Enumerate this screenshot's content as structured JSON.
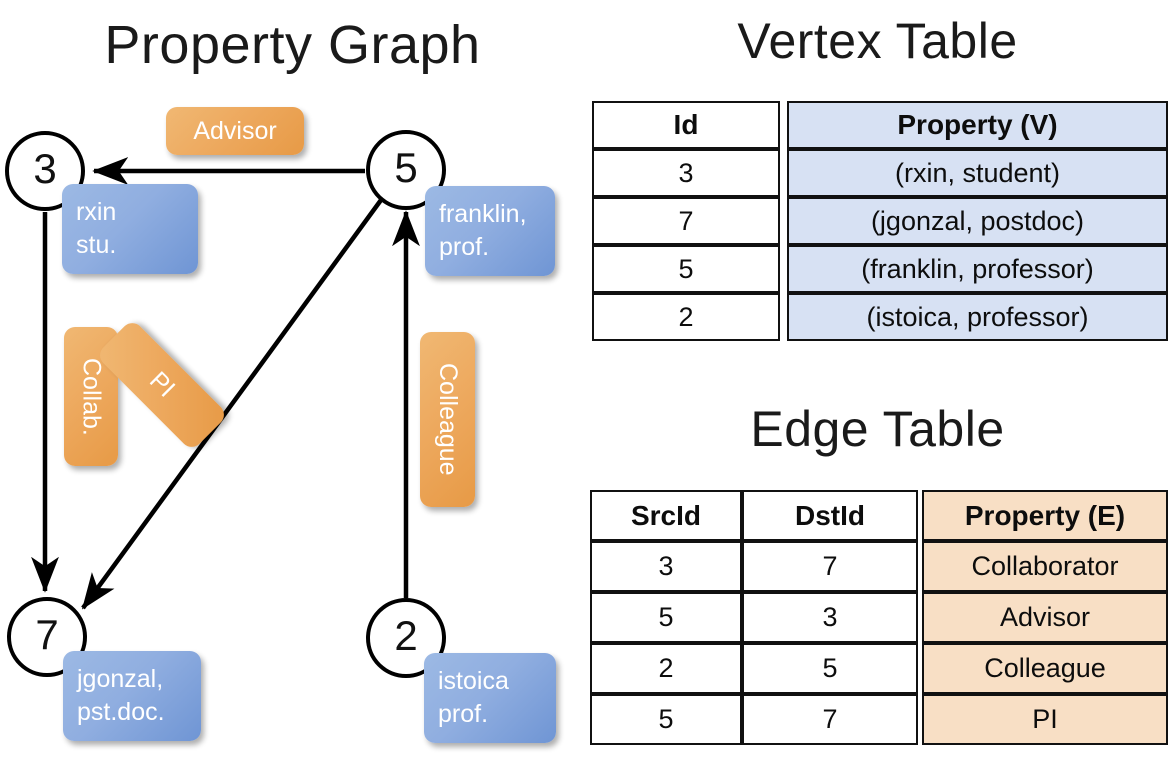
{
  "titles": {
    "graph": "Property Graph",
    "vertex_table": "Vertex Table",
    "edge_table": "Edge Table"
  },
  "graph": {
    "nodes": [
      {
        "id": "3",
        "property_line1": "rxin",
        "property_line2": "stu."
      },
      {
        "id": "5",
        "property_line1": "franklin,",
        "property_line2": "prof."
      },
      {
        "id": "7",
        "property_line1": "jgonzal,",
        "property_line2": "pst.doc."
      },
      {
        "id": "2",
        "property_line1": "istoica",
        "property_line2": "prof."
      }
    ],
    "edge_labels": [
      {
        "name": "advisor",
        "text": "Advisor"
      },
      {
        "name": "collab",
        "text": "Collab."
      },
      {
        "name": "pi",
        "text": "PI"
      },
      {
        "name": "colleague",
        "text": "Colleague"
      }
    ]
  },
  "vertex_table": {
    "headers": [
      "Id",
      "Property (V)"
    ],
    "rows": [
      [
        "3",
        "(rxin, student)"
      ],
      [
        "7",
        "(jgonzal, postdoc)"
      ],
      [
        "5",
        "(franklin, professor)"
      ],
      [
        "2",
        "(istoica, professor)"
      ]
    ]
  },
  "edge_table": {
    "headers": [
      "SrcId",
      "DstId",
      "Property (E)"
    ],
    "rows": [
      [
        "3",
        "7",
        "Collaborator"
      ],
      [
        "5",
        "3",
        "Advisor"
      ],
      [
        "2",
        "5",
        "Colleague"
      ],
      [
        "5",
        "7",
        "PI"
      ]
    ]
  },
  "colors": {
    "vertex_property_fill": "#d7e1f3",
    "edge_property_fill": "#f8dfc5",
    "node_callout_blue": "#90aee0",
    "edge_callout_orange": "#eda85d",
    "stroke": "#111111"
  }
}
